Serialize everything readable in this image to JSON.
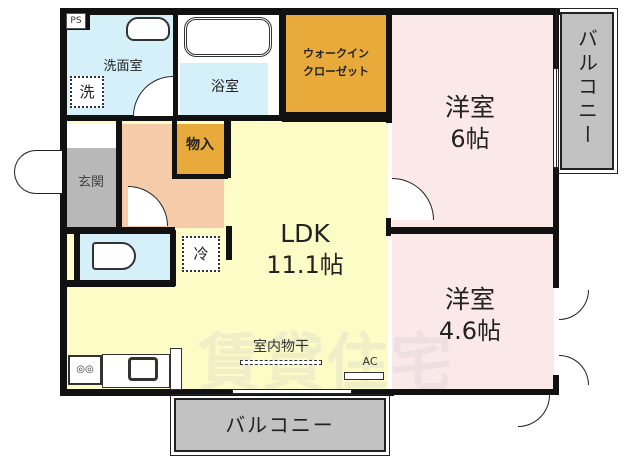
{
  "floorplan": {
    "rooms": {
      "ps": {
        "label": "PS"
      },
      "washroom": {
        "label": "洗面室",
        "washer": "洗",
        "color": "#d6f0fa"
      },
      "bathroom": {
        "label": "浴室",
        "color": "#d6f0fa"
      },
      "walkin_closet": {
        "line1": "ウォークイン",
        "line2": "クローゼット",
        "color": "#e8aa3a"
      },
      "bedroom1": {
        "name": "洋室",
        "size": "6帖",
        "color": "#fbe9ea"
      },
      "bedroom2": {
        "name": "洋室",
        "size": "4.6帖",
        "color": "#fbe9ea"
      },
      "storage": {
        "label": "物入",
        "color": "#e8aa3a"
      },
      "entrance": {
        "label": "玄関",
        "color": "#b8b8b8"
      },
      "hallway": {
        "color": "#f6cba9"
      },
      "toilet": {
        "color": "#d6f0fa"
      },
      "ldk": {
        "name": "LDK",
        "size": "11.1帖",
        "color": "#fdfbc6"
      },
      "fridge": {
        "label": "冷"
      }
    },
    "balconies": {
      "right": {
        "label": "バルコニー"
      },
      "bottom": {
        "label": "バルコニー"
      }
    },
    "fixtures": {
      "indoor_drying": "室内物干",
      "ac": "AC"
    },
    "watermark": "賃貸住宅"
  }
}
